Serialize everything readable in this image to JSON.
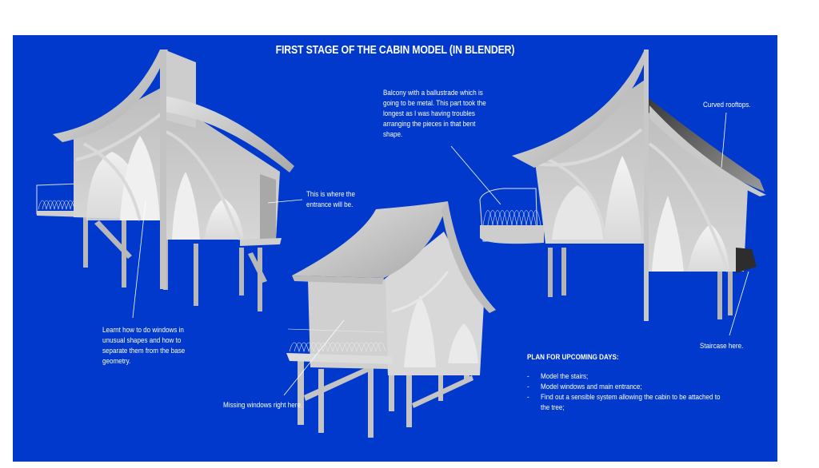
{
  "poster": {
    "title": "FIRST STAGE OF THE CABIN MODEL (IN BLENDER)",
    "background_color": "#0039cc",
    "text_color": "#ffffff",
    "model_color": "#d4d4d4"
  },
  "annotations": {
    "balcony": {
      "lines": [
        "Balcony with a ballustrade which is",
        "going to be metal. This part took the",
        "longest as I was having troubles",
        "arranging the pieces in that bent",
        "shape."
      ]
    },
    "rooftops": {
      "lines": [
        "Curved rooftops."
      ]
    },
    "entrance": {
      "lines": [
        "This is where the",
        "entrance will be."
      ]
    },
    "windows": {
      "lines": [
        "Learnt how to do windows in",
        "unusual shapes and how to",
        "separate them from the base",
        "geometry."
      ]
    },
    "missing": {
      "lines": [
        "Missing windows right here."
      ]
    },
    "staircase": {
      "lines": [
        "Staircase here."
      ]
    }
  },
  "plan": {
    "title": "PLAN FOR UPCOMING DAYS:",
    "items": [
      "Model the stairs;",
      "Model windows and main entrance;",
      "Find out a sensible system allowing the cabin to be attached to",
      "the tree;"
    ]
  },
  "renders": [
    {
      "name": "cabin-render-left-view"
    },
    {
      "name": "cabin-render-front-view"
    },
    {
      "name": "cabin-render-right-view"
    }
  ]
}
